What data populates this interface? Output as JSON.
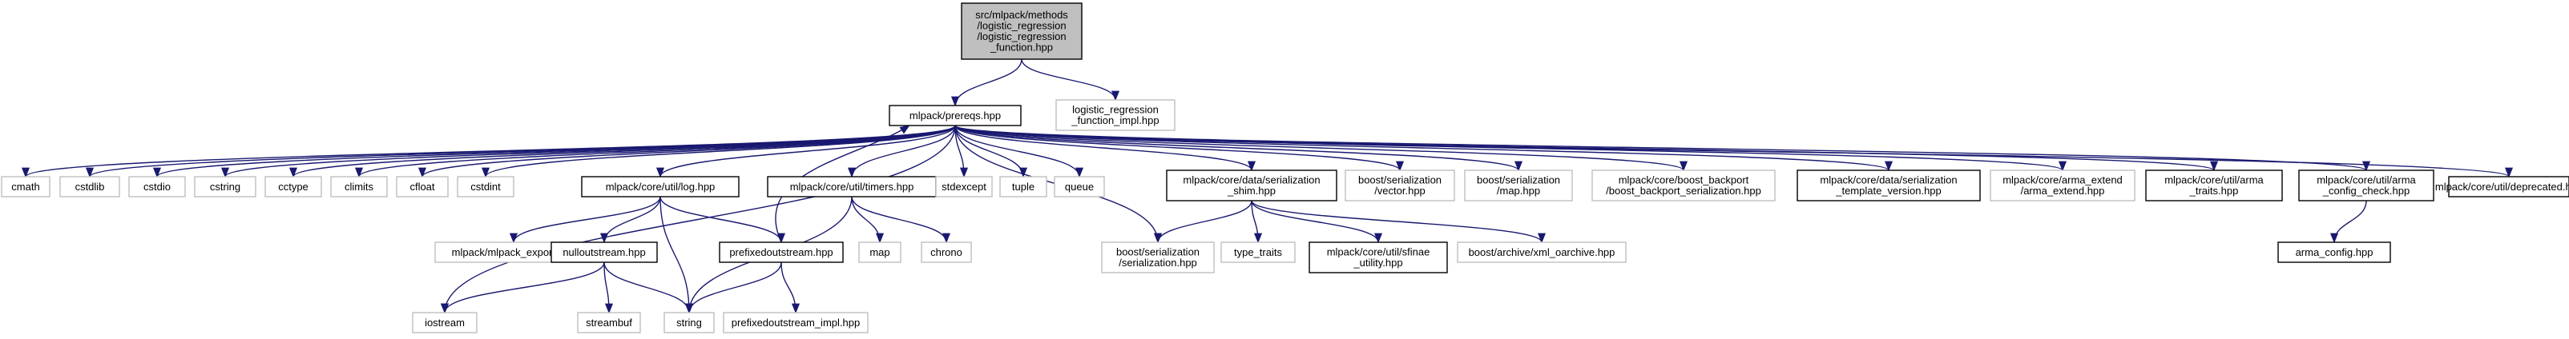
{
  "colors": {
    "edge": "#191970",
    "focus_fill": "#bfbfbf",
    "box_strong": "#000000",
    "box_weak": "#bfbfbf",
    "background": "#ffffff"
  },
  "nodes": [
    {
      "id": "root",
      "lines": [
        "src/mlpack/methods",
        "/logistic_regression",
        "/logistic_regression",
        "_function.hpp"
      ],
      "style": "focus"
    },
    {
      "id": "prereqs",
      "lines": [
        "mlpack/prereqs.hpp"
      ],
      "style": "strong"
    },
    {
      "id": "lr_impl",
      "lines": [
        "logistic_regression",
        "_function_impl.hpp"
      ],
      "style": "weak"
    },
    {
      "id": "cmath",
      "lines": [
        "cmath"
      ],
      "style": "weak"
    },
    {
      "id": "cstdlib",
      "lines": [
        "cstdlib"
      ],
      "style": "weak"
    },
    {
      "id": "cstdio",
      "lines": [
        "cstdio"
      ],
      "style": "weak"
    },
    {
      "id": "cstring",
      "lines": [
        "cstring"
      ],
      "style": "weak"
    },
    {
      "id": "cctype",
      "lines": [
        "cctype"
      ],
      "style": "weak"
    },
    {
      "id": "climits",
      "lines": [
        "climits"
      ],
      "style": "weak"
    },
    {
      "id": "cfloat",
      "lines": [
        "cfloat"
      ],
      "style": "weak"
    },
    {
      "id": "cstdint",
      "lines": [
        "cstdint"
      ],
      "style": "weak"
    },
    {
      "id": "log",
      "lines": [
        "mlpack/core/util/log.hpp"
      ],
      "style": "strong"
    },
    {
      "id": "timers",
      "lines": [
        "mlpack/core/util/timers.hpp"
      ],
      "style": "strong"
    },
    {
      "id": "stdexcept",
      "lines": [
        "stdexcept"
      ],
      "style": "weak"
    },
    {
      "id": "tuple",
      "lines": [
        "tuple"
      ],
      "style": "weak"
    },
    {
      "id": "queue",
      "lines": [
        "queue"
      ],
      "style": "weak"
    },
    {
      "id": "shim",
      "lines": [
        "mlpack/core/data/serialization",
        "_shim.hpp"
      ],
      "style": "strong"
    },
    {
      "id": "bvector",
      "lines": [
        "boost/serialization",
        "/vector.hpp"
      ],
      "style": "weak"
    },
    {
      "id": "bmap",
      "lines": [
        "boost/serialization",
        "/map.hpp"
      ],
      "style": "weak"
    },
    {
      "id": "backport",
      "lines": [
        "mlpack/core/boost_backport",
        "/boost_backport_serialization.hpp"
      ],
      "style": "weak"
    },
    {
      "id": "stversion",
      "lines": [
        "mlpack/core/data/serialization",
        "_template_version.hpp"
      ],
      "style": "strong"
    },
    {
      "id": "armaext",
      "lines": [
        "mlpack/core/arma_extend",
        "/arma_extend.hpp"
      ],
      "style": "weak"
    },
    {
      "id": "armatraits",
      "lines": [
        "mlpack/core/util/arma",
        "_traits.hpp"
      ],
      "style": "strong"
    },
    {
      "id": "armacheck",
      "lines": [
        "mlpack/core/util/arma",
        "_config_check.hpp"
      ],
      "style": "strong"
    },
    {
      "id": "deprecated",
      "lines": [
        "mlpack/core/util/deprecated.hpp"
      ],
      "style": "strong"
    },
    {
      "id": "iostream",
      "lines": [
        "iostream"
      ],
      "style": "weak"
    },
    {
      "id": "export",
      "lines": [
        "mlpack/mlpack_export.hpp"
      ],
      "style": "weak"
    },
    {
      "id": "nullout",
      "lines": [
        "nulloutstream.hpp"
      ],
      "style": "strong"
    },
    {
      "id": "prefixout",
      "lines": [
        "prefixedoutstream.hpp"
      ],
      "style": "strong"
    },
    {
      "id": "string",
      "lines": [
        "string"
      ],
      "style": "weak"
    },
    {
      "id": "streambuf",
      "lines": [
        "streambuf"
      ],
      "style": "weak"
    },
    {
      "id": "prefiximpl",
      "lines": [
        "prefixedoutstream_impl.hpp"
      ],
      "style": "weak"
    },
    {
      "id": "map",
      "lines": [
        "map"
      ],
      "style": "weak"
    },
    {
      "id": "chrono",
      "lines": [
        "chrono"
      ],
      "style": "weak"
    },
    {
      "id": "bser",
      "lines": [
        "boost/serialization",
        "/serialization.hpp"
      ],
      "style": "weak"
    },
    {
      "id": "typetraits",
      "lines": [
        "type_traits"
      ],
      "style": "weak"
    },
    {
      "id": "sfinae",
      "lines": [
        "mlpack/core/util/sfinae",
        "_utility.hpp"
      ],
      "style": "strong"
    },
    {
      "id": "xmlo",
      "lines": [
        "boost/archive/xml_oarchive.hpp"
      ],
      "style": "weak"
    },
    {
      "id": "armacfg",
      "lines": [
        "arma_config.hpp"
      ],
      "style": "strong"
    }
  ],
  "edges": [
    [
      "root",
      "prereqs"
    ],
    [
      "root",
      "lr_impl"
    ],
    [
      "prereqs",
      "cmath"
    ],
    [
      "prereqs",
      "cstdlib"
    ],
    [
      "prereqs",
      "cstdio"
    ],
    [
      "prereqs",
      "cstring"
    ],
    [
      "prereqs",
      "cctype"
    ],
    [
      "prereqs",
      "climits"
    ],
    [
      "prereqs",
      "cfloat"
    ],
    [
      "prereqs",
      "cstdint"
    ],
    [
      "prereqs",
      "log"
    ],
    [
      "prereqs",
      "timers"
    ],
    [
      "prereqs",
      "stdexcept"
    ],
    [
      "prereqs",
      "tuple"
    ],
    [
      "prereqs",
      "queue"
    ],
    [
      "prereqs",
      "shim"
    ],
    [
      "prereqs",
      "bvector"
    ],
    [
      "prereqs",
      "bmap"
    ],
    [
      "prereqs",
      "backport"
    ],
    [
      "prereqs",
      "stversion"
    ],
    [
      "prereqs",
      "armaext"
    ],
    [
      "prereqs",
      "armatraits"
    ],
    [
      "prereqs",
      "armacheck"
    ],
    [
      "prereqs",
      "deprecated"
    ],
    [
      "prereqs",
      "iostream"
    ],
    [
      "prereqs",
      "bser"
    ],
    [
      "log",
      "export"
    ],
    [
      "log",
      "nullout"
    ],
    [
      "log",
      "prefixout"
    ],
    [
      "log",
      "string"
    ],
    [
      "nullout",
      "iostream"
    ],
    [
      "nullout",
      "streambuf"
    ],
    [
      "nullout",
      "string"
    ],
    [
      "prefixout",
      "string"
    ],
    [
      "prefixout",
      "prefiximpl"
    ],
    [
      "prefixout",
      "prereqs"
    ],
    [
      "timers",
      "map"
    ],
    [
      "timers",
      "chrono"
    ],
    [
      "timers",
      "string"
    ],
    [
      "shim",
      "bser"
    ],
    [
      "shim",
      "typetraits"
    ],
    [
      "shim",
      "sfinae"
    ],
    [
      "shim",
      "xmlo"
    ],
    [
      "armacheck",
      "armacfg"
    ]
  ]
}
